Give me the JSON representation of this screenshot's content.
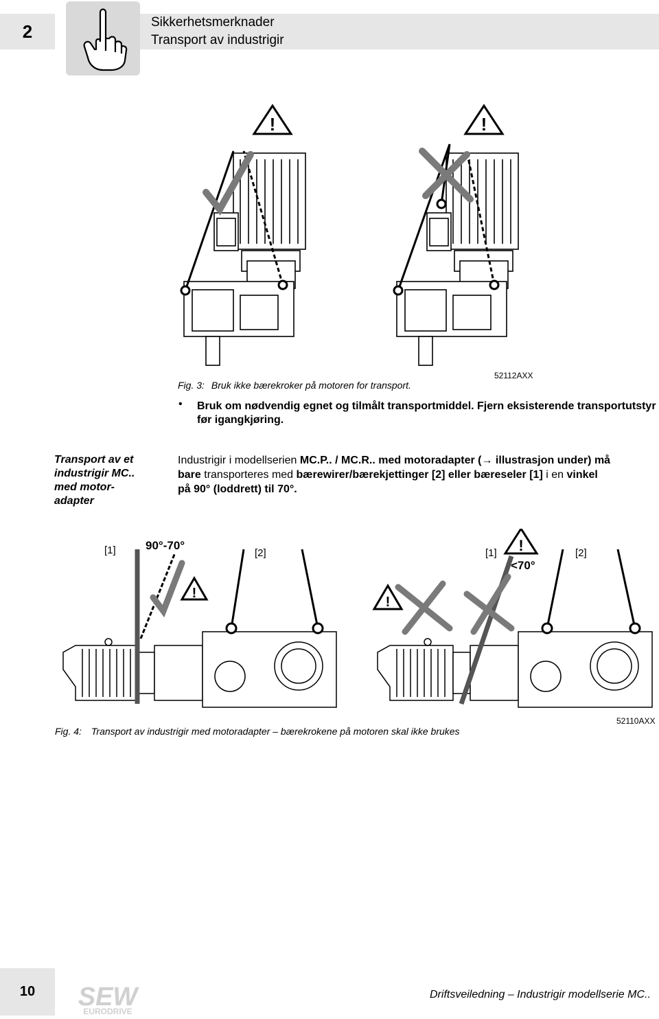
{
  "header": {
    "chapter_number": "2",
    "title": "Sikkerhetsmerknader",
    "subtitle": "Transport av industrigir",
    "icon": "pointing-hand-icon"
  },
  "figure3": {
    "label": "Fig. 3:",
    "caption": "Bruk ikke bærekroker på motoren for transport.",
    "code": "52112AXX",
    "icons": [
      "warning-triangle-icon",
      "checkmark-icon",
      "cross-icon"
    ]
  },
  "bullet": {
    "text": "Bruk om nødvendig egnet og tilmålt transportmiddel. Fjern eksisterende transportutstyr før igangkjøring."
  },
  "section": {
    "heading_lines": [
      "Transport av et",
      "industrigir MC..",
      "med motor-",
      "adapter"
    ],
    "para_line1_a": "Industrigir i modellserien ",
    "para_line1_b": "MC.P..  / MC.R..",
    "para_line1_c": " med motoradapter (→ illustrasjon under) må",
    "para_line2_a": "bare",
    "para_line2_b": " transporteres med ",
    "para_line2_c": "bærewirer/bærekjettinger [2] eller bæreseler [1]",
    "para_line2_d": " i en ",
    "para_line2_e": "vinkel",
    "para_line3": "på 90° (loddrett) til 70°."
  },
  "figure4": {
    "label": "Fig. 4:",
    "caption": "Transport av industrigir med motoradapter – bærekrokene på motoren skal ikke brukes",
    "code": "52110AXX",
    "label_1_left": "[1]",
    "angle_left": "90°-70°",
    "label_2_left": "[2]",
    "label_1_right": "[1]",
    "angle_right": "<70°",
    "label_2_right": "[2]"
  },
  "footer": {
    "page_number": "10",
    "logo_top": "SEW",
    "logo_bottom": "EURODRIVE",
    "text": "Driftsveiledning – Industrigir modellserie MC.."
  }
}
